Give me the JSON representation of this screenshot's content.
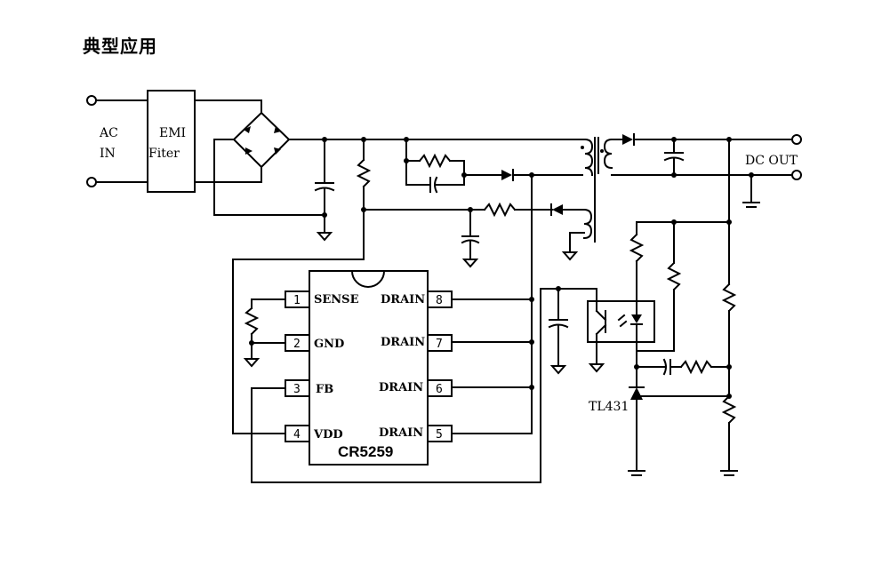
{
  "title": "典型应用",
  "labels": {
    "ac": "AC",
    "in": "IN",
    "emi_line1": "EMI",
    "emi_line2": "Fiter",
    "dc_out": "DC OUT",
    "tl431": "TL431",
    "chip_name": "CR5259"
  },
  "pins": [
    {
      "num": "1",
      "name": "SENSE"
    },
    {
      "num": "2",
      "name": "GND"
    },
    {
      "num": "3",
      "name": "FB"
    },
    {
      "num": "4",
      "name": "VDD"
    },
    {
      "num": "8",
      "name": "DRAIN"
    },
    {
      "num": "7",
      "name": "DRAIN"
    },
    {
      "num": "6",
      "name": "DRAIN"
    },
    {
      "num": "5",
      "name": "DRAIN"
    }
  ]
}
